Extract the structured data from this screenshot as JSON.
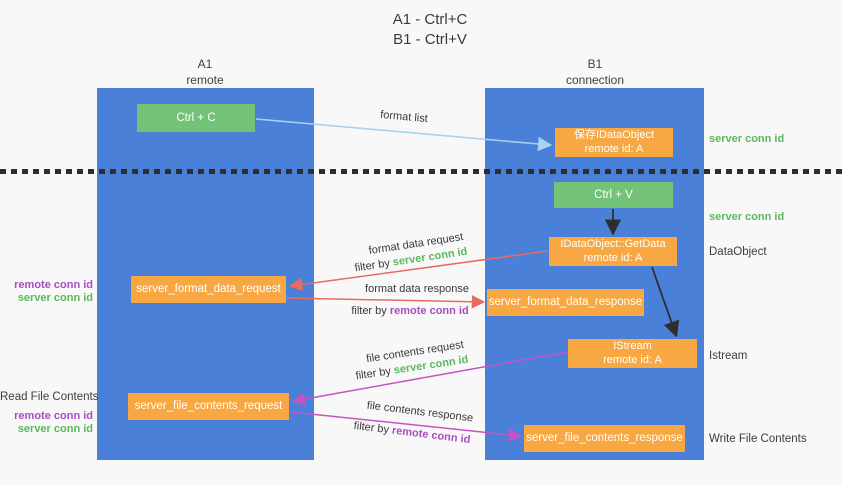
{
  "title": {
    "line1": "A1 - Ctrl+C",
    "line2": "B1 - Ctrl+V"
  },
  "columns": {
    "left": {
      "name": "A1",
      "role": "remote"
    },
    "right": {
      "name": "B1",
      "role": "connection"
    }
  },
  "nodes": {
    "ctrl_c": "Ctrl + C",
    "ctrl_v": "Ctrl + V",
    "save_dataobject": {
      "line1": "保存IDataObject",
      "line2": "remote id: A"
    },
    "getdata": {
      "line1": "IDataObject::GetData",
      "line2": "remote id: A"
    },
    "istream": {
      "line1": "IStream",
      "line2": "remote id: A"
    },
    "format_request": "server_format_data_request",
    "format_response": "server_format_data_response",
    "file_request": "server_file_contents_request",
    "file_response": "server_file_contents_response"
  },
  "arrow_labels": {
    "format_list": "format list",
    "format_data_request": "format data request",
    "format_data_response": "format data response",
    "file_contents_request": "file contents request",
    "file_contents_response": "file contents response",
    "filter_by": "filter by",
    "server_conn_id": "server conn id",
    "remote_conn_id": "remote conn id"
  },
  "side_labels": {
    "server_conn_id_top": "server conn id",
    "server_conn_id_mid": "server conn id",
    "data_object": "DataObject",
    "istream": "Istream",
    "write_file_contents": "Write File Contents",
    "read_file_contents": "Read File Contents",
    "remote_conn_id": "remote conn id",
    "server_conn_id": "server conn id"
  },
  "colors": {
    "background": "#f8f8f8",
    "lifeline_blue": "#4a80d8",
    "box_orange": "#f7a843",
    "box_green": "#74c277",
    "accent_green": "#5cb85c",
    "accent_purple": "#a94dc1",
    "arrow_red": "#e96b5f",
    "arrow_magenta": "#c553c5",
    "arrow_lightblue": "#a9d2ef",
    "arrow_black": "#2e2e2e"
  }
}
